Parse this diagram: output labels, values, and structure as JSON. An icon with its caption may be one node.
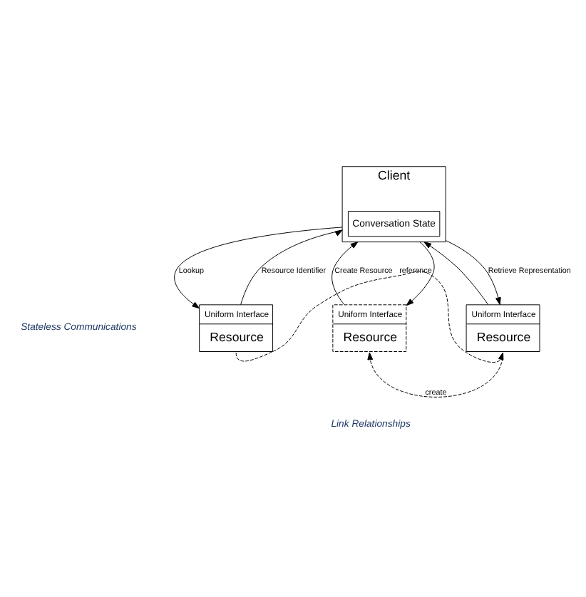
{
  "diagram": {
    "nodes": [
      {
        "text": [
          "Client"
        ]
      },
      {
        "text": [
          "Conversation State"
        ],
        "in": 0
      },
      {
        "text": [
          "Uniform Interface",
          "Resource"
        ]
      },
      {
        "text": [
          "Uniform Interface",
          "Resource"
        ]
      },
      {
        "text": [
          "Uniform Interface",
          "Resource"
        ]
      }
    ],
    "edges": [
      {
        "from": 0,
        "to": 2,
        "arrow": "to",
        "label": "Lookup"
      },
      {
        "from": 2,
        "to": 0,
        "arrow": "to",
        "label": "Resource Identifier"
      },
      {
        "from": 3,
        "to": 0,
        "arrow": "to",
        "label": "Create Resource"
      },
      {
        "from": 0,
        "to": 3,
        "arrow": "to"
      },
      {
        "from": 4,
        "to": 0,
        "arrow": "to"
      },
      {
        "from": 0,
        "to": 4,
        "arrow": "to",
        "label": "Retrieve Representation"
      },
      {
        "from": 2,
        "to": 4,
        "arrow": "to",
        "label": "reference",
        "style": "dashed"
      },
      {
        "from": 4,
        "to": 3,
        "arrow": "to",
        "label": "create",
        "style": "dashed"
      }
    ],
    "labels": [
      "Stateless Communications",
      "Link Relationships"
    ]
  }
}
